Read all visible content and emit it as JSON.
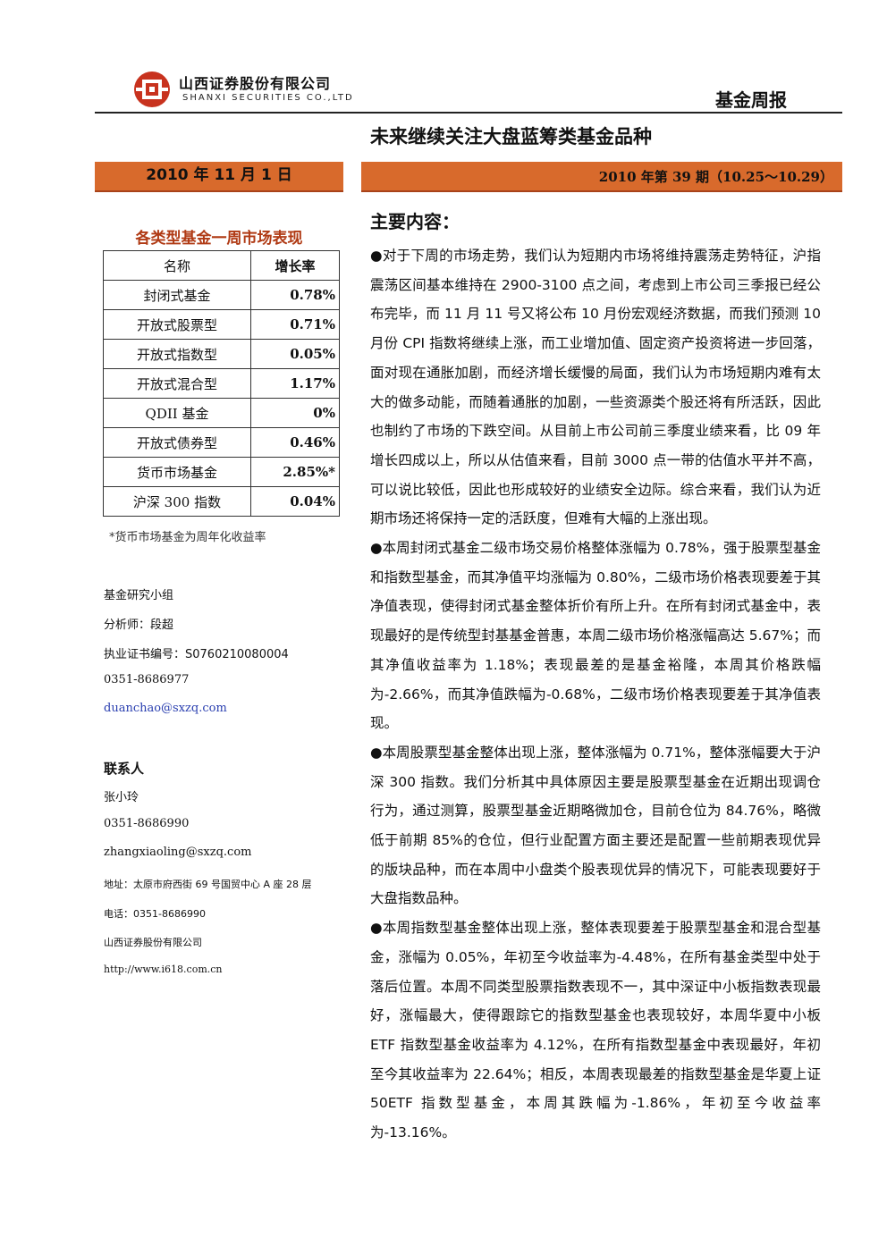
{
  "header": {
    "company_cn": "山西证券股份有限公司",
    "company_en": "SHANXI SECURITIES CO.,LTD",
    "report_type": "基金周报",
    "title": "未来继续关注大盘蓝筹类基金品种",
    "logo_color": "#c8321e"
  },
  "bars": {
    "date": "2010 年 11 月 1 日",
    "issue": "2010 年第 39 期（10.25～10.29）",
    "color": "#d86a2c"
  },
  "table": {
    "title": "各类型基金一周市场表现",
    "headers": [
      "名称",
      "增长率"
    ],
    "rows": [
      {
        "name": "封闭式基金",
        "value": "0.78%"
      },
      {
        "name": "开放式股票型",
        "value": "0.71%"
      },
      {
        "name": "开放式指数型",
        "value": "0.05%"
      },
      {
        "name": "开放式混合型",
        "value": "1.17%"
      },
      {
        "name": "QDII 基金",
        "value": "0%"
      },
      {
        "name": "开放式债券型",
        "value": "0.46%"
      },
      {
        "name": "货币市场基金",
        "value": "2.85%*"
      },
      {
        "name": "沪深 300 指数",
        "value": "0.04%"
      }
    ],
    "note": "*货币市场基金为周年化收益率"
  },
  "sidebar": {
    "team": "基金研究小组",
    "analyst": "分析师：段超",
    "cert": "执业证书编号：S0760210080004",
    "phone": "0351-8686977",
    "email": "duanchao@sxzq.com",
    "contact_title": "联系人",
    "contact_name": "张小玲",
    "contact_phone": "0351-8686990",
    "contact_email": "zhangxiaoling@sxzq.com",
    "address": "地址：太原市府西街 69 号国贸中心 A 座 28 层",
    "tel": "电话：0351-8686990",
    "company": "山西证券股份有限公司",
    "website": "http://www.i618.com.cn"
  },
  "main": {
    "heading": "主要内容：",
    "paragraphs": [
      "●对于下周的市场走势，我们认为短期内市场将维持震荡走势特征，沪指震荡区间基本维持在 2900-3100 点之间，考虑到上市公司三季报已经公布完毕，而 11 月 11 号又将公布 10 月份宏观经济数据，而我们预测 10 月份 CPI 指数将继续上涨，而工业增加值、固定资产投资将进一步回落，面对现在通胀加剧，而经济增长缓慢的局面，我们认为市场短期内难有太大的做多动能，而随着通胀的加剧，一些资源类个股还将有所活跃，因此也制约了市场的下跌空间。从目前上市公司前三季度业绩来看，比 09 年增长四成以上，所以从估值来看，目前 3000 点一带的估值水平并不高，可以说比较低，因此也形成较好的业绩安全边际。综合来看，我们认为近期市场还将保持一定的活跃度，但难有大幅的上涨出现。",
      "●本周封闭式基金二级市场交易价格整体涨幅为 0.78%，强于股票型基金和指数型基金，而其净值平均涨幅为 0.80%，二级市场价格表现要差于其净值表现，使得封闭式基金整体折价有所上升。在所有封闭式基金中，表现最好的是传统型封基基金普惠，本周二级市场价格涨幅高达 5.67%；而其净值收益率为 1.18%；表现最差的是基金裕隆，本周其价格跌幅为-2.66%，而其净值跌幅为-0.68%，二级市场价格表现要差于其净值表现。",
      "●本周股票型基金整体出现上涨，整体涨幅为 0.71%，整体涨幅要大于沪深 300 指数。我们分析其中具体原因主要是股票型基金在近期出现调仓行为，通过测算，股票型基金近期略微加仓，目前仓位为 84.76%，略微低于前期 85%的仓位，但行业配置方面主要还是配置一些前期表现优异的版块品种，而在本周中小盘类个股表现优异的情况下，可能表现要好于大盘指数品种。",
      "●本周指数型基金整体出现上涨，整体表现要差于股票型基金和混合型基金，涨幅为 0.05%，年初至今收益率为-4.48%，在所有基金类型中处于落后位置。本周不同类型股票指数表现不一，其中深证中小板指数表现最好，涨幅最大，使得跟踪它的指数型基金也表现较好，本周华夏中小板 ETF 指数型基金收益率为 4.12%，在所有指数型基金中表现最好，年初至今其收益率为 22.64%；相反，本周表现最差的指数型基金是华夏上证 50ETF 指数型基金，本周其跌幅为-1.86%，年初至今收益率为-13.16%。"
    ]
  }
}
